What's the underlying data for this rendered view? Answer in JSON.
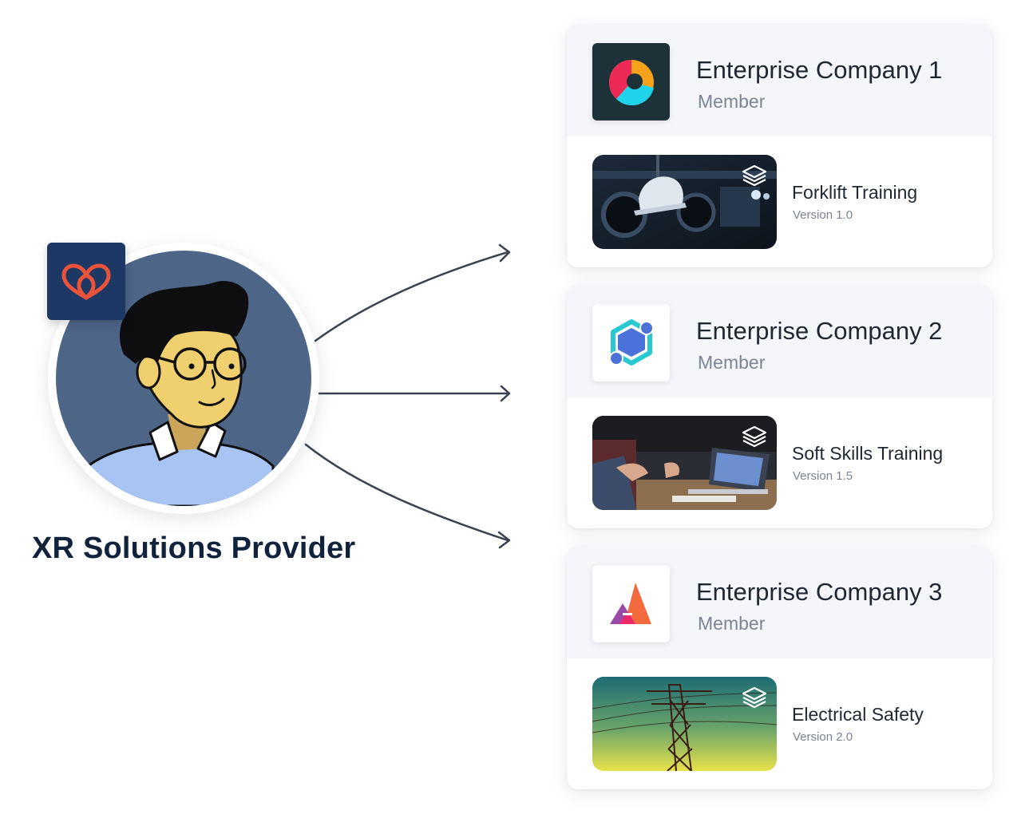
{
  "provider": {
    "title": "XR Solutions Provider",
    "badge_icon": "interlocking-hearts-icon",
    "badge_color": "#1e3866",
    "logo_color": "#e8533a"
  },
  "companies": [
    {
      "name": "Enterprise Company 1",
      "role": "Member",
      "logo_icon": "orbit-ring-logo",
      "course": {
        "title": "Forklift Training",
        "version": "Version 1.0",
        "thumbnail": "hardhat-factory-photo"
      }
    },
    {
      "name": "Enterprise Company 2",
      "role": "Member",
      "logo_icon": "hexagon-molecule-logo",
      "course": {
        "title": "Soft Skills Training",
        "version": "Version 1.5",
        "thumbnail": "meeting-laptop-photo"
      }
    },
    {
      "name": "Enterprise Company 3",
      "role": "Member",
      "logo_icon": "triangle-peak-logo",
      "course": {
        "title": "Electrical Safety",
        "version": "Version 2.0",
        "thumbnail": "power-tower-photo"
      }
    }
  ],
  "colors": {
    "title": "#11223d",
    "arrow": "#3a4250",
    "card_header_bg": "#f5f6fa",
    "muted_text": "#7a8494"
  }
}
